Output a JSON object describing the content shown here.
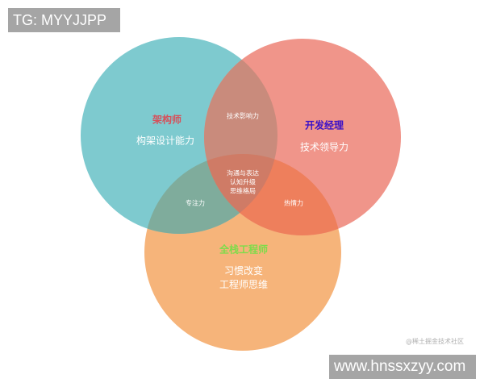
{
  "watermark": {
    "tag": "TG: MYYJJPP",
    "url": "www.hnssxzyy.com",
    "credit": "@稀土掘金技术社区"
  },
  "colors": {
    "teal": "#7ecacf",
    "salmon": "#f0958a",
    "orange": "#f6b47a"
  },
  "circles": [
    {
      "name": "architect",
      "title": "架构师",
      "title_color": "#d6505a",
      "text": "构架设计能力"
    },
    {
      "name": "dev-manager",
      "title": "开发经理",
      "title_color": "#3a10c8",
      "text": "技术领导力"
    },
    {
      "name": "fullstack",
      "title": "全栈工程师",
      "title_color": "#7ddc4a",
      "text_lines": [
        "习惯改变",
        "工程师思维"
      ]
    }
  ],
  "overlaps": {
    "architect_manager": "技术影响力",
    "architect_fullstack": "专注力",
    "manager_fullstack": "热情力",
    "center": [
      "沟通与表达",
      "认知升级",
      "思维格局"
    ]
  }
}
